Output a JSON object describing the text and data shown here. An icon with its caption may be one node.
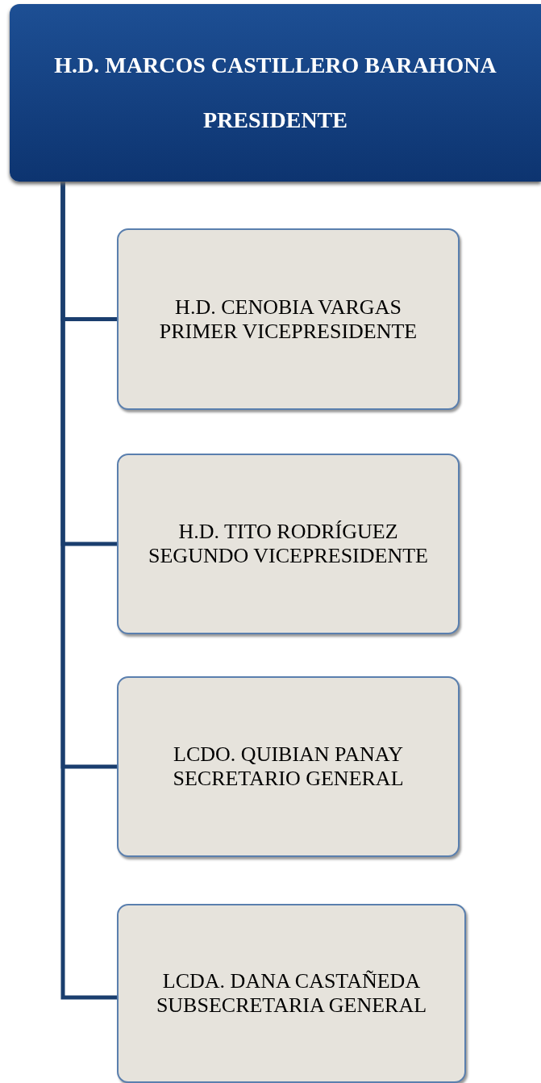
{
  "diagram": {
    "nodes": [
      {
        "text": [
          "H.D.  MARCOS CASTILLERO BARAHONA",
          "PRESIDENTE"
        ]
      },
      {
        "text": [
          "H.D. CENOBIA VARGAS",
          "PRIMER VICEPRESIDENTE"
        ]
      },
      {
        "text": [
          "H.D. TITO RODRÍGUEZ",
          "SEGUNDO VICEPRESIDENTE"
        ]
      },
      {
        "text": [
          "LCDO. QUIBIAN PANAY",
          "SECRETARIO GENERAL"
        ]
      },
      {
        "text": [
          "LCDA. DANA CASTAÑEDA",
          "SUBSECRETARIA GENERAL"
        ]
      }
    ],
    "edges": [
      {
        "from": 0,
        "to": 1,
        "arrow": "none"
      },
      {
        "from": 0,
        "to": 2,
        "arrow": "none"
      },
      {
        "from": 0,
        "to": 3,
        "arrow": "none"
      },
      {
        "from": 0,
        "to": 4,
        "arrow": "none"
      }
    ]
  }
}
